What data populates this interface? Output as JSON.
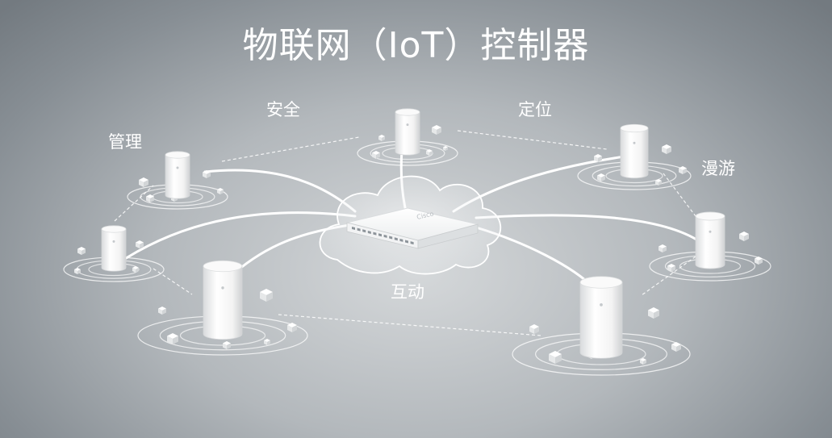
{
  "title": "物联网（IoT）控制器",
  "labels": {
    "management": "管理",
    "security": "安全",
    "positioning": "定位",
    "roaming": "漫游",
    "interaction": "互动"
  },
  "switch_brand": "Cisco",
  "colors": {
    "background_center": "#d5d8da",
    "background_edge": "#737a80",
    "text": "#ffffff",
    "device": "#f4f4f4",
    "link": "#ffffff"
  }
}
